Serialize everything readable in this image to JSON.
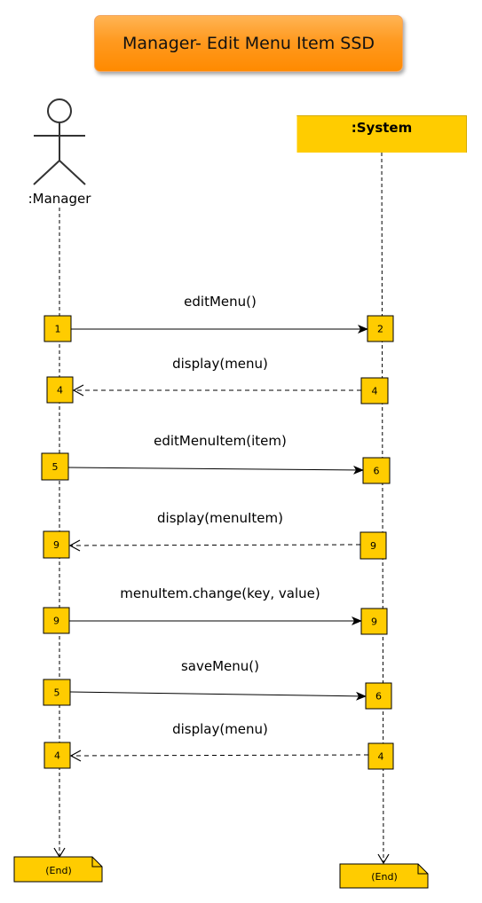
{
  "title": "Manager- Edit Menu Item SSD",
  "actor": {
    "label": ":Manager"
  },
  "system": {
    "label": ":System"
  },
  "colors": {
    "activation": "#ffcc00",
    "title_bg": "#ff9a20",
    "line": "#000000"
  },
  "messages": [
    {
      "label": "editMenu()",
      "from_box": "1",
      "to_box": "2",
      "direction": "right",
      "style": "solid"
    },
    {
      "label": "display(menu)",
      "from_box": "4",
      "to_box": "4",
      "direction": "left",
      "style": "dashed"
    },
    {
      "label": "editMenuItem(item)",
      "from_box": "5",
      "to_box": "6",
      "direction": "right",
      "style": "solid"
    },
    {
      "label": "display(menuItem)",
      "from_box": "9",
      "to_box": "9",
      "direction": "left",
      "style": "dashed"
    },
    {
      "label": "menuItem.change(key, value)",
      "from_box": "9",
      "to_box": "9",
      "direction": "right",
      "style": "solid"
    },
    {
      "label": "saveMenu()",
      "from_box": "5",
      "to_box": "6",
      "direction": "right",
      "style": "solid"
    },
    {
      "label": "display(menu)",
      "from_box": "4",
      "to_box": "4",
      "direction": "left",
      "style": "dashed"
    }
  ],
  "end_notes": [
    "(End)",
    "(End)"
  ]
}
